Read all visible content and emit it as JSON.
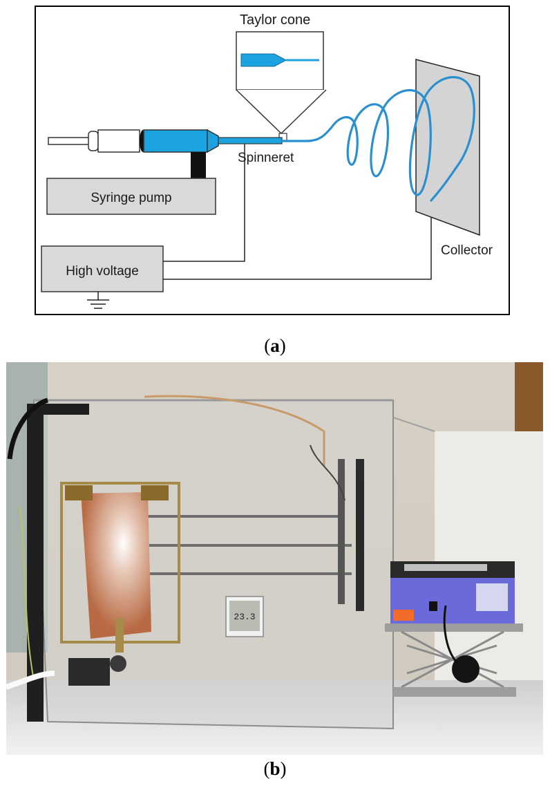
{
  "panel_a": {
    "labels": {
      "taylor_cone": "Taylor cone",
      "spinneret": "Spinneret",
      "syringe_pump": "Syringe pump",
      "high_voltage": "High voltage",
      "collector": "Collector"
    },
    "caption": {
      "open": "(",
      "letter": "a",
      "close": ")"
    }
  },
  "panel_b": {
    "caption": {
      "open": "(",
      "letter": "b",
      "close": ")"
    },
    "thermometer_display": "23.3"
  },
  "colors": {
    "solution_blue": "#1aa3e0",
    "fiber_blue": "#2a8fd0",
    "device_gray": "#d9d9d9",
    "collector_gray": "#d4d4d4",
    "copper": "#c87b52",
    "pump_purple": "#6a6adb"
  }
}
